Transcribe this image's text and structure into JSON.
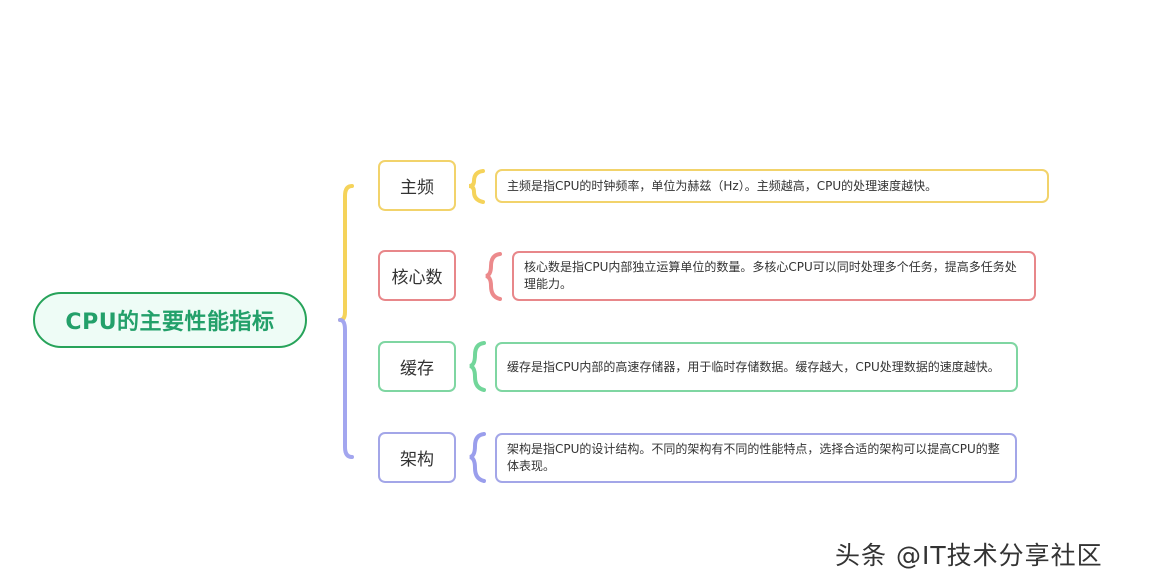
{
  "root": {
    "label": "CPU的主要性能指标",
    "border_color": "#27a35a",
    "text_color": "#23a06a",
    "fill_color": "#eefcf6"
  },
  "branches": [
    {
      "topic": "主频",
      "detail": "主频是指CPU的时钟频率，单位为赫兹（Hz）。主频越高，CPU的处理速度越快。",
      "color": "#f2d36b"
    },
    {
      "topic": "核心数",
      "detail": "核心数是指CPU内部独立运算单位的数量。多核心CPU可以同时处理多个任务，提高多任务处理能力。",
      "color": "#e8878a"
    },
    {
      "topic": "缓存",
      "detail": "缓存是指CPU内部的高速存储器，用于临时存储数据。缓存越大，CPU处理数据的速度越快。",
      "color": "#7fd6a2"
    },
    {
      "topic": "架构",
      "detail": "架构是指CPU的设计结构。不同的架构有不同的性能特点，选择合适的架构可以提高CPU的整体表现。",
      "color": "#a3a6e8"
    }
  ],
  "connector_colors": {
    "upper": "#f5d35a",
    "lower": "#a3a6ef"
  },
  "watermark": "头条 @IT技术分享社区"
}
